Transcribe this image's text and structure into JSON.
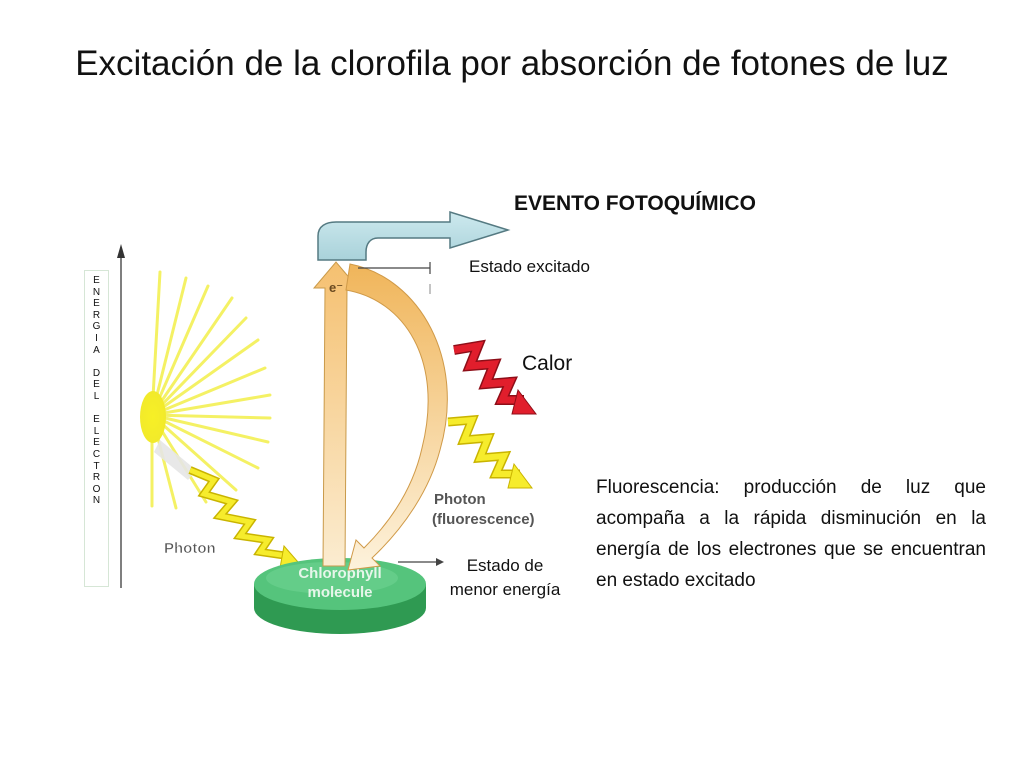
{
  "title": "Excitación de la clorofila por absorción de fotones de luz",
  "event_label": "EVENTO FOTOQUÍMICO",
  "axis_label": "E\nN\nE\nR\nG\nI\nA\n\nD\nE\nL\n\nE\nL\nE\nC\nT\nR\nO\nN",
  "label_excited": "Estado  excitado",
  "label_heat": "Calor",
  "label_low": "Estado de menor energía",
  "fluorescence_text": "Fluorescencia: producción de luz que acompaña a la rápida disminución en la energía de los electrones que se encuentran en estado excitado",
  "figure": {
    "photon_label": "Photon",
    "photon_fluor_label_1": "Photon",
    "photon_fluor_label_2": "(fluorescence)",
    "molecule_label_1": "Chlorophyll",
    "molecule_label_2": "molecule",
    "electron_symbol": "e⁻"
  },
  "colors": {
    "sun": "#f2f238",
    "photon_zigzag": "#f0e82a",
    "heat_zigzag": "#d81a2a",
    "up_arrow": "#f6c77c",
    "curve_arrow": "#f1b860",
    "event_arrow": "#bcdde3",
    "molecule_top": "#52c278",
    "molecule_side": "#2f9a52"
  }
}
